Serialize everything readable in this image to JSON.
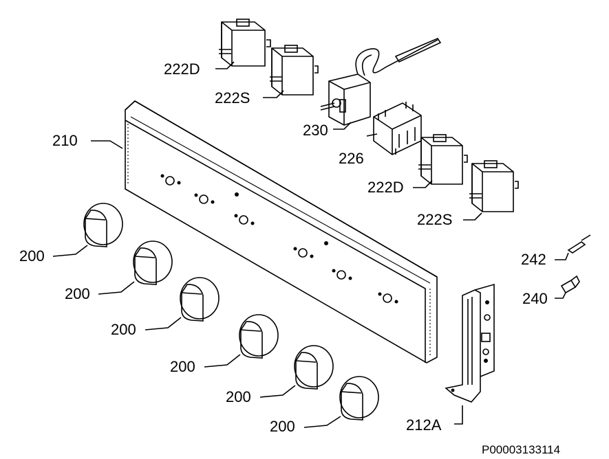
{
  "diagram": {
    "labels": {
      "panel": "210",
      "knob_1": "200",
      "knob_2": "200",
      "knob_3": "200",
      "knob_4": "200",
      "knob_5": "200",
      "knob_6": "200",
      "switch_top_d": "222D",
      "switch_top_s": "222S",
      "thermostat": "230",
      "selector": "226",
      "switch_bottom_d": "222D",
      "switch_bottom_s": "222S",
      "bracket": "212A",
      "screw_242": "242",
      "screw_240": "240"
    },
    "reference_code": "P00003133114"
  }
}
